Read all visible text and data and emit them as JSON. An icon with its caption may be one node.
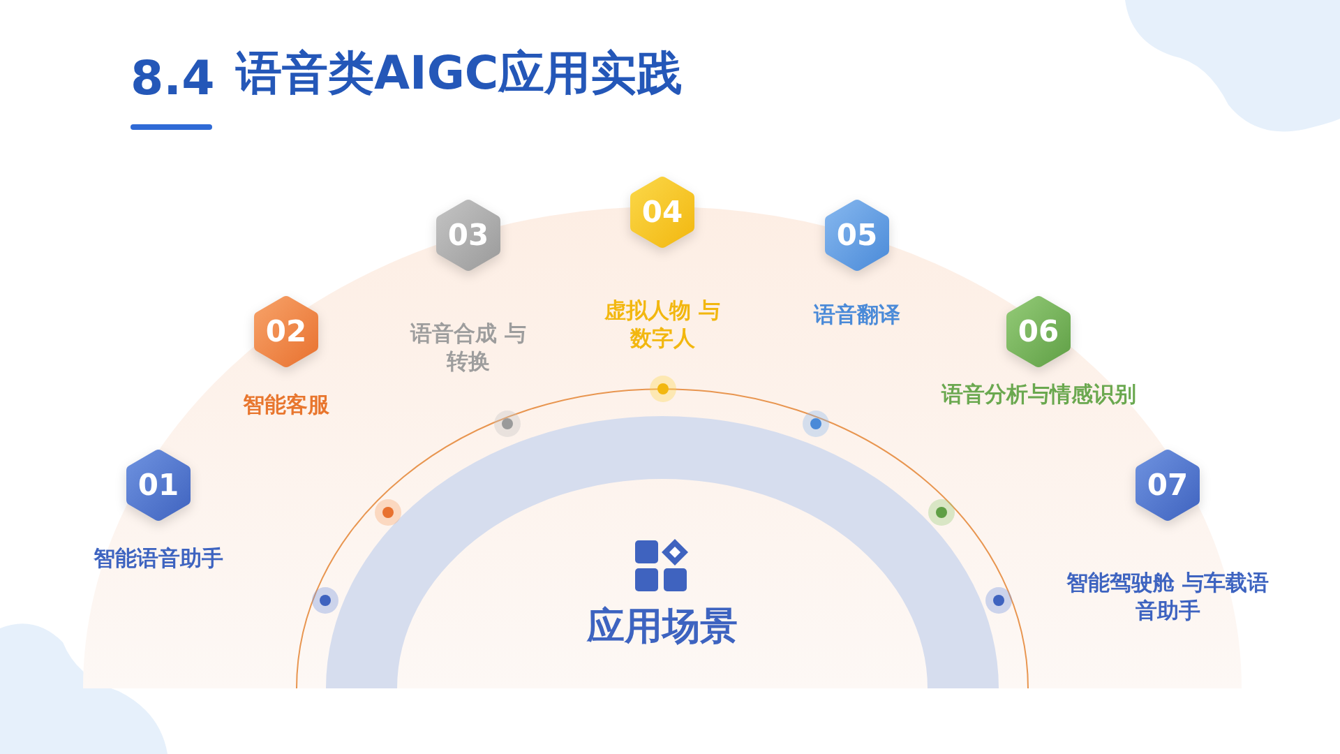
{
  "diagram": {
    "title": "语音类AIGC应用实践",
    "nodes": [
      {
        "text": [
          "01"
        ],
        "beside": [
          "智能语音助手"
        ]
      },
      {
        "text": [
          "02"
        ],
        "beside": [
          "智能客服"
        ]
      },
      {
        "text": [
          "03"
        ],
        "beside": [
          "语音合成 与转换"
        ]
      },
      {
        "text": [
          "04"
        ],
        "beside": [
          "虚拟人物 与数字人"
        ]
      },
      {
        "text": [
          "05"
        ],
        "beside": [
          "语音翻译"
        ]
      },
      {
        "text": [
          "06"
        ],
        "beside": [
          "语音分析与情感识别"
        ]
      },
      {
        "text": [
          "07"
        ],
        "beside": [
          "智能驾驶舱 与车载语音助手"
        ]
      },
      {
        "text": [
          "应用场景"
        ]
      }
    ],
    "edges": [],
    "labels": [
      "8.4"
    ]
  }
}
